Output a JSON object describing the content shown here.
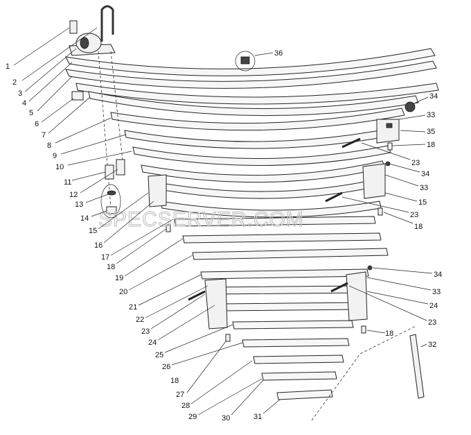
{
  "watermark": "SPECSERVER.COM",
  "callouts": [
    "1",
    "2",
    "3",
    "4",
    "5",
    "6",
    "7",
    "8",
    "9",
    "10",
    "11",
    "12",
    "13",
    "14",
    "15",
    "16",
    "17",
    "18",
    "19",
    "20",
    "21",
    "22",
    "23",
    "24",
    "25",
    "26",
    "27",
    "28",
    "29",
    "30",
    "31",
    "32",
    "33",
    "34",
    "35",
    "36"
  ],
  "callouts_right": [
    "34",
    "33",
    "35",
    "18",
    "23",
    "34",
    "33",
    "15",
    "23",
    "18",
    "34",
    "33",
    "24",
    "23",
    "18"
  ],
  "callouts_left_extra": [
    "18",
    "23",
    "18"
  ]
}
